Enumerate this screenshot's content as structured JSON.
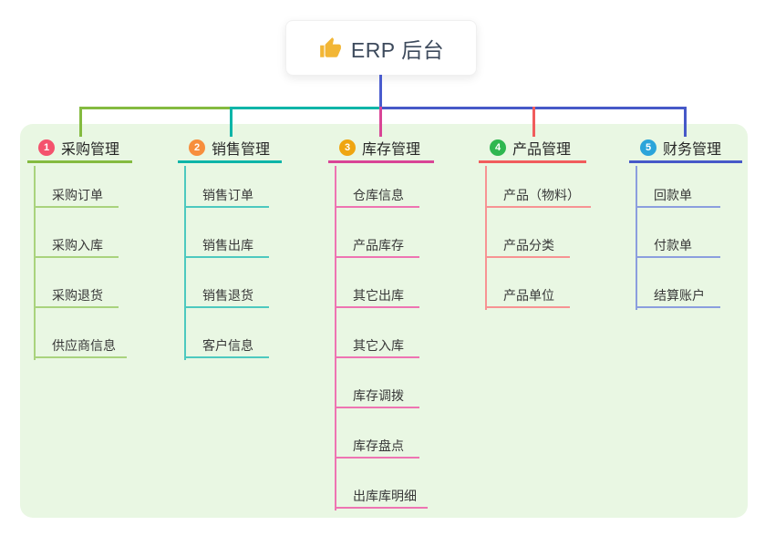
{
  "root": {
    "title": "ERP 后台",
    "icon": "thumbs-up"
  },
  "colors": {
    "canvas_bg": "#ffffff",
    "panel_bg": "#e9f7e3",
    "root_connector": "#4a5cce",
    "root_card_bg": "#ffffff",
    "title_text": "#3d4a5c",
    "icon_yellow": "#f2b636"
  },
  "branches": [
    {
      "badge": "1",
      "label": "采购管理",
      "badge_color": "#f4526d",
      "color": "#84bb40",
      "light_color": "#a9d37d",
      "children": [
        "采购订单",
        "采购入库",
        "采购退货",
        "供应商信息"
      ]
    },
    {
      "badge": "2",
      "label": "销售管理",
      "badge_color": "#f78e3d",
      "color": "#0db5a8",
      "light_color": "#4dc9bf",
      "children": [
        "销售订单",
        "销售出库",
        "销售退货",
        "客户信息"
      ]
    },
    {
      "badge": "3",
      "label": "库存管理",
      "badge_color": "#efa511",
      "color": "#d94596",
      "light_color": "#ee74b2",
      "children": [
        "仓库信息",
        "产品库存",
        "其它出库",
        "其它入库",
        "库存调拨",
        "库存盘点",
        "出库库明细"
      ]
    },
    {
      "badge": "4",
      "label": "产品管理",
      "badge_color": "#2fb750",
      "color": "#f15c5c",
      "light_color": "#f79393",
      "children": [
        "产品（物料）",
        "产品分类",
        "产品单位"
      ]
    },
    {
      "badge": "5",
      "label": "财务管理",
      "badge_color": "#2ba4da",
      "color": "#4659c8",
      "light_color": "#8b9ede",
      "children": [
        "回款单",
        "付款单",
        "结算账户"
      ]
    }
  ]
}
